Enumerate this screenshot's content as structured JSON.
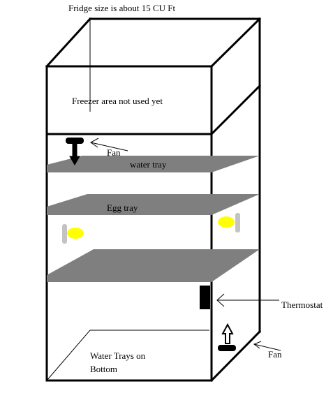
{
  "labels": {
    "title": "Fridge size is about 15 CU Ft",
    "freezer": "Freezer area not used yet",
    "fan_top": "Fan",
    "water_tray": "water tray",
    "egg_tray": "Egg tray",
    "thermostat": "Thermostat",
    "water_trays_bottom_line1": "Water Trays on",
    "water_trays_bottom_line2": "Bottom",
    "fan_bottom": "Fan"
  },
  "colors": {
    "line": "#000000",
    "tray": "#7f7f7f",
    "bulb": "#ffff00",
    "bulb_socket": "#c3c3c3",
    "fan": "#000000",
    "thermostat": "#000000"
  }
}
